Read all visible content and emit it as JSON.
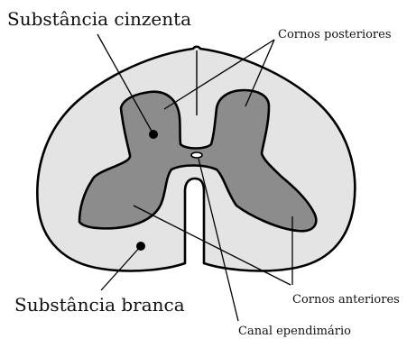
{
  "labels": {
    "gray_matter": "Substância cinzenta",
    "white_matter": "Substância branca",
    "posterior_horns": "Cornos posteriores",
    "anterior_horns": "Cornos anteriores",
    "central_canal": "Canal ependimário"
  },
  "colors": {
    "background": "#ffffff",
    "white_matter_fill": "#e4e4e4",
    "gray_matter_fill": "#8c8c8c",
    "outline": "#000000",
    "canal_fill": "#ffffff"
  }
}
